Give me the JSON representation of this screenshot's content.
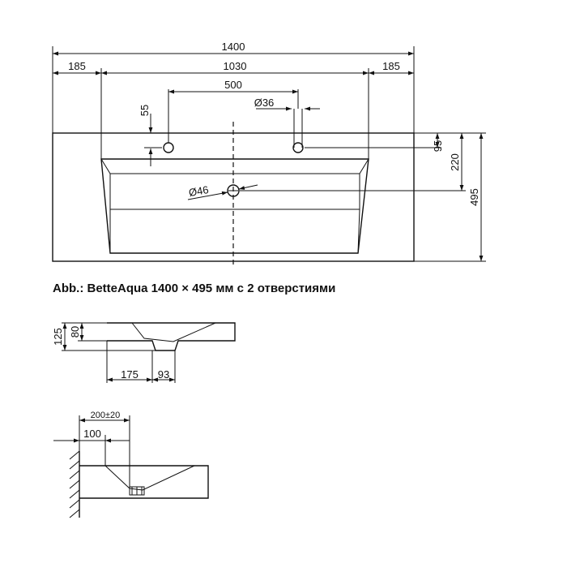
{
  "caption": "Abb.: BetteAqua 1400 × 495 мм с 2 отверстиями",
  "top_view": {
    "dims": {
      "total_width": "1400",
      "left_margin": "185",
      "basin_width": "1030",
      "right_margin": "185",
      "tap_spacing": "500",
      "tap_hole_dia": "Ø36",
      "tap_offset": "55",
      "tap_depth": "95",
      "drain_depth": "220",
      "total_depth": "495",
      "drain_dia": "Ø46"
    }
  },
  "side_view_1": {
    "dims": {
      "height_total": "125",
      "height_basin": "80",
      "front_offset": "175",
      "drain_width": "93"
    }
  },
  "side_view_2": {
    "dims": {
      "wall_distance": "200±20",
      "drain_offset": "100"
    }
  }
}
